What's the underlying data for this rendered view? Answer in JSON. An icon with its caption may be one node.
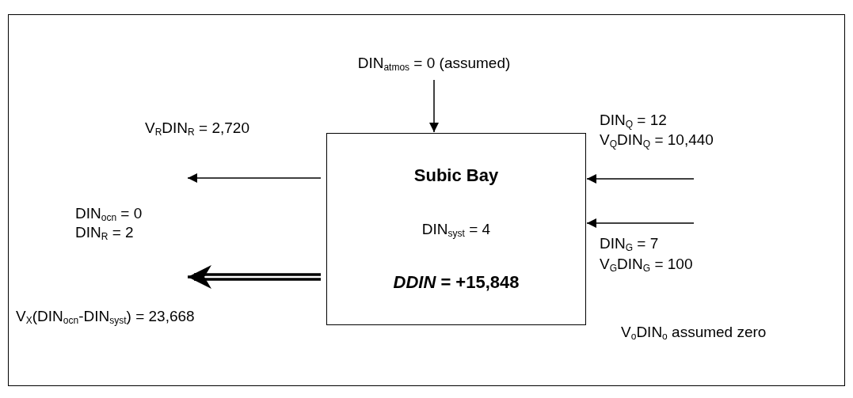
{
  "diagram": {
    "nodes": [
      {
        "text": [
          "Subic Bay",
          "DIN$_{syst}$ = 4",
          "*DDIN* = +15,848"
        ]
      },
      {
        "text": [
          "DIN$_{atmos}$ = 0 (assumed)"
        ]
      }
    ],
    "edges": [
      {
        "from": 1,
        "to": 0,
        "arrow": "to"
      },
      {
        "from": 0,
        "to": null,
        "arrow": "to"
      },
      {
        "from": 0,
        "to": null,
        "arrow": "to",
        "style": "thick"
      },
      {
        "from": null,
        "to": 0,
        "arrow": "to"
      },
      {
        "from": null,
        "to": 0,
        "arrow": "to"
      }
    ],
    "labels": [
      "V$_{R}$DIN$_{R}$ = 2,720",
      "DIN$_{Q}$ = 12",
      "V$_{Q}$DIN$_{Q}$ = 10,440",
      "DIN$_{ocn}$ = 0",
      "DIN$_{R}$ = 2",
      "DIN$_{G}$ = 7",
      "V$_{G}$DIN$_{G}$ = 100",
      "V$_{X}$(DIN$_{ocn}$-DIN$_{syst}$) = 23,668",
      "V$_{o}$DIN$_{o}$ assumed zero"
    ]
  }
}
